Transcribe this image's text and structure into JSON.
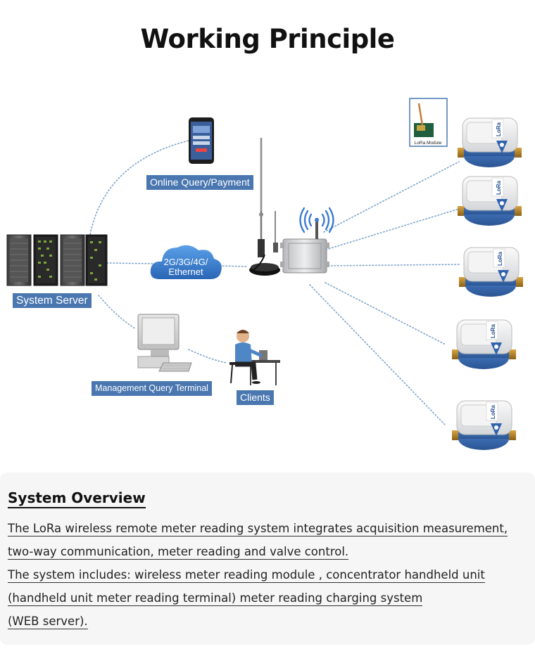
{
  "title": "Working Principle",
  "diagram": {
    "labels": {
      "online": "Online Query/Payment",
      "server": "System Server",
      "cloud_line1": "2G/3G/4G/",
      "cloud_line2": "Ethernet",
      "management": "Management Query Terminal",
      "clients": "Clients",
      "lora_module": "LoRa Module",
      "meter_brand": "LoRa"
    }
  },
  "overview": {
    "heading": "System Overview",
    "lines": [
      "The LoRa wireless remote meter reading system integrates acquisition measurement,",
      "two-way communication, meter reading and valve control.",
      "The system includes: wireless meter reading module , concentrator handheld unit",
      "(handheld unit meter reading terminal) meter reading charging system",
      " (WEB server)."
    ]
  },
  "colors": {
    "label_bg": "#4a77b0",
    "cloud": "#3a7fd0",
    "meter_body": "#3f6fb6"
  }
}
